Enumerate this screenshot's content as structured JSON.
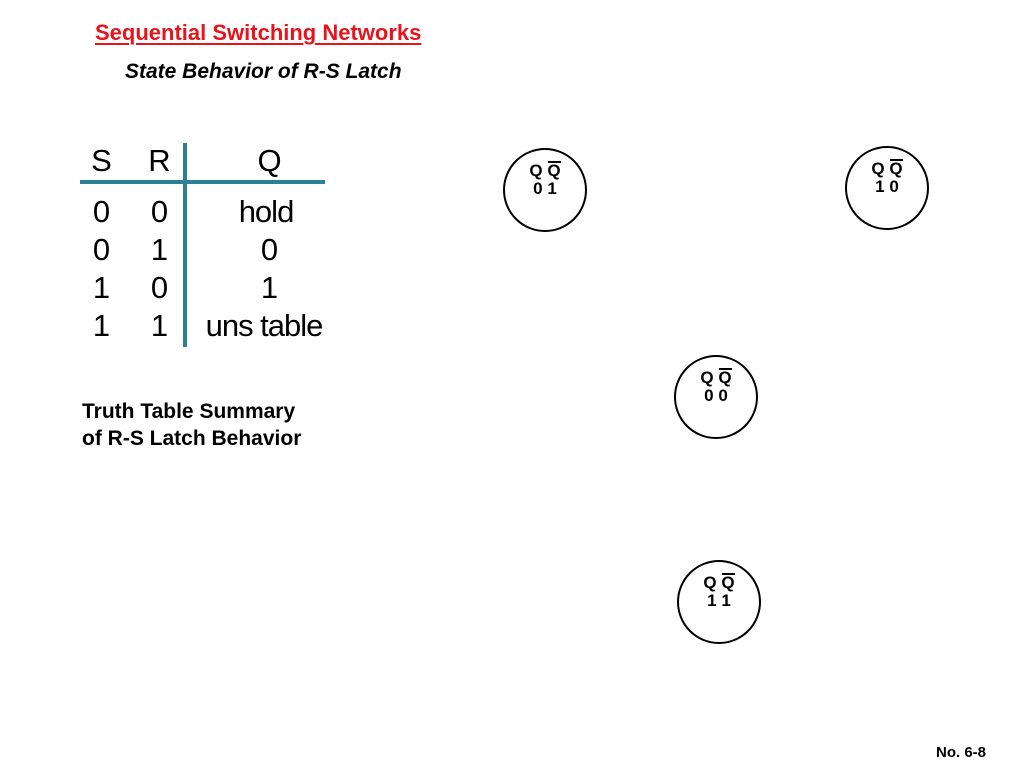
{
  "slide": {
    "title": "Sequential Switching Networks",
    "subtitle": "State Behavior of R-S Latch",
    "page_number": "No. 6-8"
  },
  "truth_table": {
    "headers": [
      "S",
      "R",
      "Q"
    ],
    "rows": [
      [
        "0",
        "0",
        "hold"
      ],
      [
        "0",
        "1",
        "0"
      ],
      [
        "1",
        "0",
        "1"
      ],
      [
        "1",
        "1",
        "uns table"
      ]
    ],
    "rule_color": "#2d8094"
  },
  "caption": {
    "line1": "Truth Table Summary",
    "line2": "of R-S Latch Behavior"
  },
  "states": [
    {
      "q": "Q",
      "qbar": "Q",
      "values": "0 1"
    },
    {
      "q": "Q",
      "qbar": "Q",
      "values": "1 0"
    },
    {
      "q": "Q",
      "qbar": "Q",
      "values": "0 0"
    },
    {
      "q": "Q",
      "qbar": "Q",
      "values": "1 1"
    }
  ],
  "colors": {
    "title": "#e8141b"
  }
}
